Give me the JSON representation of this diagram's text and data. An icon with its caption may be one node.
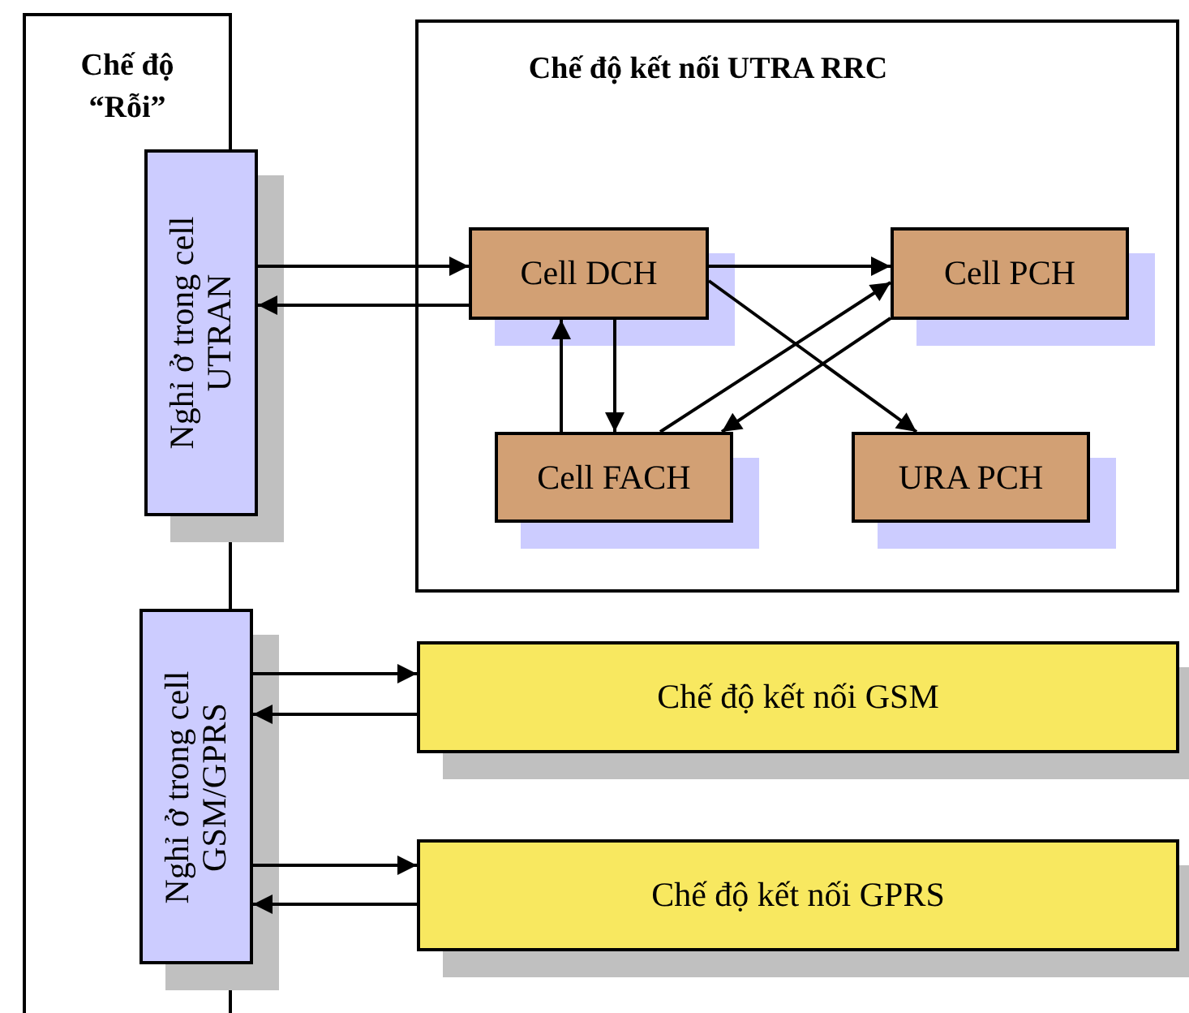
{
  "diagram": {
    "nodes": [
      {
        "text": [
          "Chế độ “Rỗi”"
        ]
      },
      {
        "text": [
          "Nghỉ ở trong cell UTRAN"
        ]
      },
      {
        "text": [
          "Nghỉ ở trong cell GSM/GPRS"
        ]
      },
      {
        "text": [
          "Chế độ kết nối UTRA RRC"
        ]
      },
      {
        "text": [
          "Cell DCH"
        ],
        "in": 3
      },
      {
        "text": [
          "Cell PCH"
        ],
        "in": 3
      },
      {
        "text": [
          "Cell FACH"
        ],
        "in": 3
      },
      {
        "text": [
          "URA PCH"
        ],
        "in": 3
      },
      {
        "text": [
          "Chế độ kết nối GSM"
        ]
      },
      {
        "text": [
          "Chế độ kết nối GPRS"
        ]
      }
    ],
    "edges": [
      {
        "from": 1,
        "to": 4,
        "arrow": "to"
      },
      {
        "from": 4,
        "to": 1,
        "arrow": "to"
      },
      {
        "from": 4,
        "to": 5,
        "arrow": "to"
      },
      {
        "from": 4,
        "to": 7,
        "arrow": "to"
      },
      {
        "from": 6,
        "to": 5,
        "arrow": "to"
      },
      {
        "from": 5,
        "to": 6,
        "arrow": "to"
      },
      {
        "from": 6,
        "to": 4,
        "arrow": "to"
      },
      {
        "from": 4,
        "to": 6,
        "arrow": "to"
      },
      {
        "from": 2,
        "to": 8,
        "arrow": "to"
      },
      {
        "from": 8,
        "to": 2,
        "arrow": "to"
      },
      {
        "from": 2,
        "to": 9,
        "arrow": "to"
      },
      {
        "from": 9,
        "to": 2,
        "arrow": "to"
      }
    ]
  }
}
